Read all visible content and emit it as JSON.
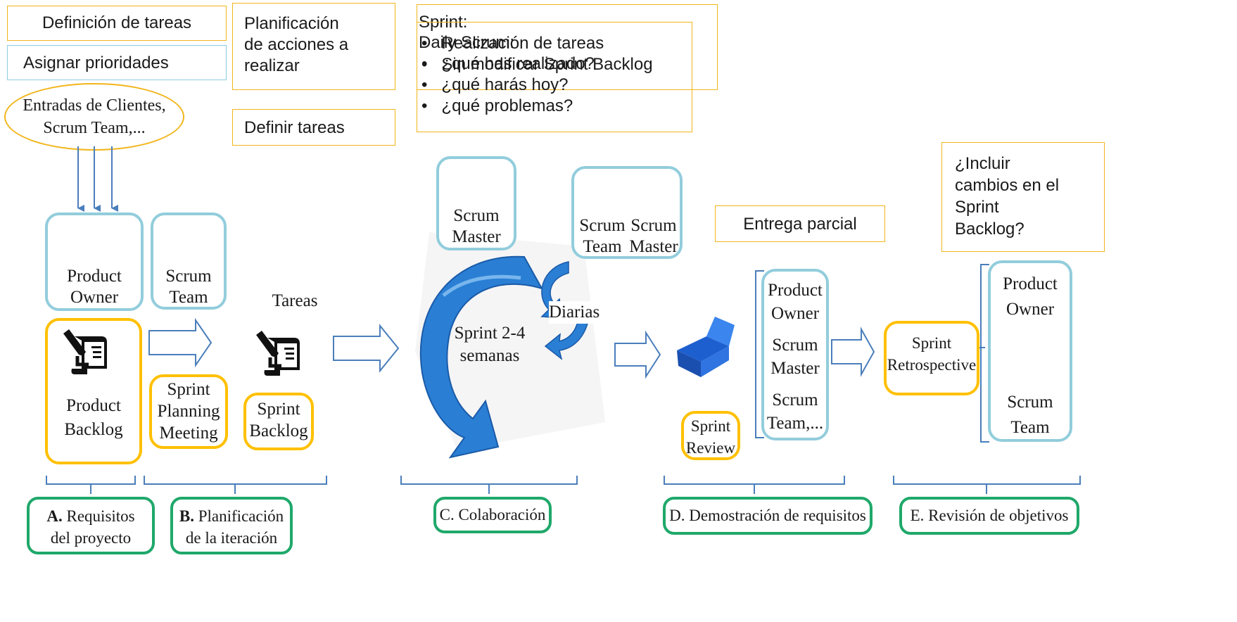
{
  "callouts": {
    "definicion": "Definición de tareas",
    "asignar": "Asignar prioridades",
    "planificacion": [
      "Planificación",
      "de acciones a",
      "realizar"
    ],
    "definir": "Definir tareas",
    "sprint_title": "Sprint:",
    "sprint_bullets": [
      "Realización de tareas",
      "Sin modificar Sprint Backlog"
    ],
    "daily_title": "Daily Scrum:",
    "daily_bullets": [
      "¿qué has realizado?",
      "¿qué harás hoy?",
      "¿qué problemas?"
    ],
    "entrega": "Entrega parcial",
    "incluir": [
      "¿Incluir",
      "cambios en el",
      "Sprint",
      "Backlog?"
    ]
  },
  "inputs": [
    "Entradas de Clientes,",
    "Scrum Team,..."
  ],
  "roles": {
    "product_owner": [
      "Product",
      "Owner"
    ],
    "scrum_team": [
      "Scrum",
      "Team"
    ],
    "scrum_master": [
      "Scrum",
      "Master"
    ],
    "daily_team": [
      "Scrum",
      "Team"
    ],
    "daily_master": [
      "Scrum",
      "Master"
    ],
    "review_group": [
      "Product",
      "Owner",
      "Scrum",
      "Master",
      "Scrum",
      "Team,..."
    ],
    "retro_group": [
      "Product",
      "Owner",
      "Scrum",
      "Team"
    ]
  },
  "artifacts": {
    "product_backlog": [
      "Product",
      "Backlog"
    ],
    "planning_meeting": [
      "Sprint",
      "Planning",
      "Meeting"
    ],
    "tareas_label": "Tareas",
    "sprint_backlog": [
      "Sprint",
      "Backlog"
    ],
    "sprint_cycle": [
      "Sprint 2-4",
      "semanas"
    ],
    "diarias": "Diarias",
    "sprint_review": [
      "Sprint",
      "Review"
    ],
    "sprint_retrospective": [
      "Sprint",
      "Retrospective"
    ]
  },
  "phases": {
    "a": {
      "letter": "A.",
      "rest": " Requisitos",
      "line2": "del proyecto"
    },
    "b": {
      "letter": "B.",
      "rest": " Planificación",
      "line2": "de la iteración"
    },
    "c": "C. Colaboración",
    "d": "D. Demostración de requisitos",
    "e": "E. Revisión de objetivos"
  },
  "colors": {
    "callout_border": "#f2b51b",
    "role_border": "#92cddc",
    "artifact_border": "#ffc000",
    "phase_border": "#1fa86a",
    "arrow_blue": "#4a7ebb",
    "cycle_blue": "#2a7fd4"
  },
  "icons": [
    "stick-figure-icon",
    "scroll-pen-icon",
    "circular-arrow-icon",
    "blue-box-icon",
    "hollow-arrow-icon"
  ]
}
